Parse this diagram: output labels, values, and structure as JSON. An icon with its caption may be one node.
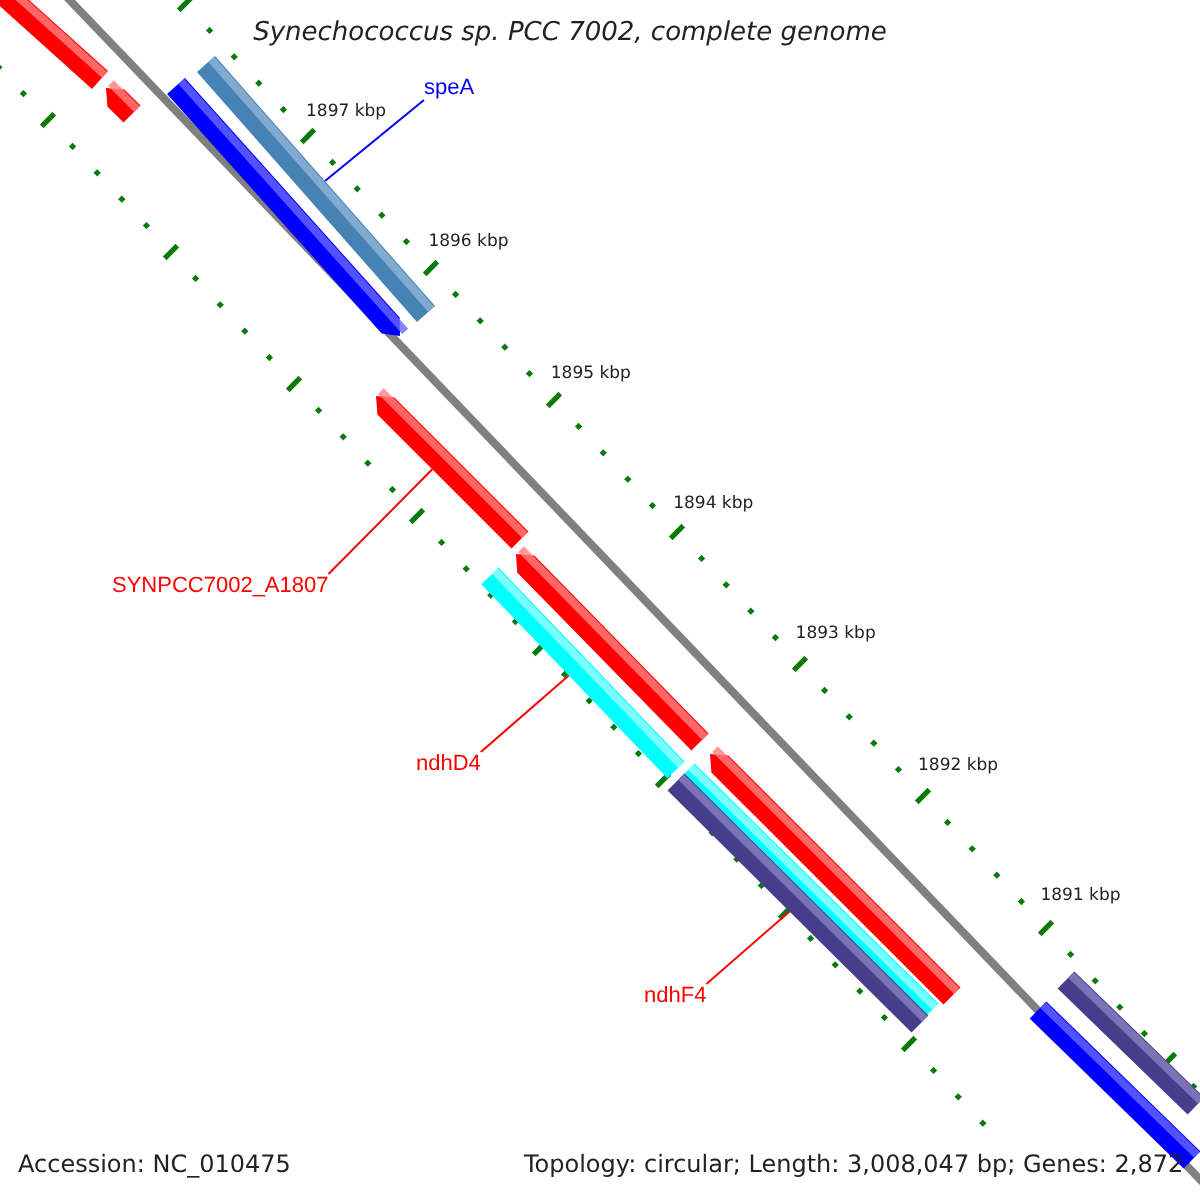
{
  "diagram": {
    "title": "Synechococcus sp. PCC 7002, complete genome",
    "nodes": [
      {
        "text": [],
        "shape": "bar"
      },
      {
        "text": [],
        "shape": "bar"
      },
      {
        "text": [
          "speA"
        ]
      },
      {
        "text": [],
        "shape": "bar"
      },
      {
        "text": [],
        "shape": "bar"
      },
      {
        "text": [],
        "shape": "bar"
      },
      {
        "text": [
          "SYNPCC7002_A1807"
        ]
      },
      {
        "text": [],
        "shape": "bar"
      },
      {
        "text": [],
        "shape": "bar"
      },
      {
        "text": [
          "ndhD4"
        ]
      },
      {
        "text": [],
        "shape": "bar"
      },
      {
        "text": [],
        "shape": "bar"
      },
      {
        "text": [],
        "shape": "bar"
      },
      {
        "text": [
          "ndhF4"
        ]
      },
      {
        "text": [],
        "shape": "bar"
      },
      {
        "text": [],
        "shape": "bar"
      }
    ],
    "edges": [
      {
        "from": 2,
        "to": 3,
        "arrow": "none",
        "color": "#0000ff"
      },
      {
        "from": 6,
        "to": 5,
        "arrow": "none"
      },
      {
        "from": 9,
        "to": 8,
        "arrow": "none"
      },
      {
        "from": 13,
        "to": 12,
        "arrow": "none"
      }
    ],
    "labels": [
      "1897 kbp",
      "1896 kbp",
      "1895 kbp",
      "1894 kbp",
      "1893 kbp",
      "1892 kbp",
      "1891 kbp",
      "Accession: NC_010475",
      "Topology: circular; Length: 3,008,047 bp; Genes: 2,872"
    ]
  }
}
